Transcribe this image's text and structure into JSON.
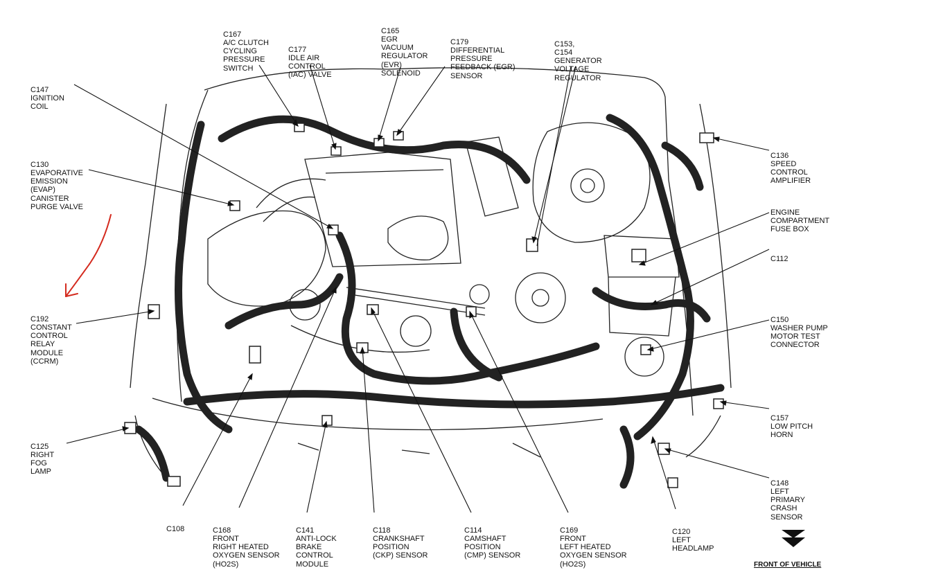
{
  "callouts": [
    {
      "id": "c167",
      "lines": [
        "C167",
        "A/C CLUTCH",
        "CYCLING",
        "PRESSURE",
        "SWITCH"
      ]
    },
    {
      "id": "c177",
      "lines": [
        "C177",
        "IDLE AIR",
        "CONTROL",
        "(IAC) VALVE"
      ]
    },
    {
      "id": "c165",
      "lines": [
        "C165",
        "EGR",
        "VACUUM",
        "REGULATOR",
        "(EVR)",
        "SOLENOID"
      ]
    },
    {
      "id": "c179",
      "lines": [
        "C179",
        "DIFFERENTIAL",
        "PRESSURE",
        "FEEDBACK (EGR)",
        "SENSOR"
      ]
    },
    {
      "id": "c153",
      "lines": [
        "C153,",
        "C154",
        "GENERATOR",
        "VOLTAGE",
        "REGULATOR"
      ]
    },
    {
      "id": "c147",
      "lines": [
        "C147",
        "IGNITION",
        "COIL"
      ]
    },
    {
      "id": "c130",
      "lines": [
        "C130",
        "EVAPORATIVE",
        "EMISSION",
        "(EVAP)",
        "CANISTER",
        "PURGE VALVE"
      ]
    },
    {
      "id": "c136",
      "lines": [
        "C136",
        "SPEED",
        "CONTROL",
        "AMPLIFIER"
      ]
    },
    {
      "id": "fusebox",
      "lines": [
        "ENGINE",
        "COMPARTMENT",
        "FUSE BOX"
      ]
    },
    {
      "id": "c112",
      "lines": [
        "C112"
      ]
    },
    {
      "id": "c192",
      "lines": [
        "C192",
        "CONSTANT",
        "CONTROL",
        "RELAY",
        "MODULE",
        "(CCRM)"
      ]
    },
    {
      "id": "c150",
      "lines": [
        "C150",
        "WASHER PUMP",
        "MOTOR TEST",
        "CONNECTOR"
      ]
    },
    {
      "id": "c157",
      "lines": [
        "C157",
        "LOW PITCH",
        "HORN"
      ]
    },
    {
      "id": "c125",
      "lines": [
        "C125",
        "RIGHT",
        "FOG",
        "LAMP"
      ]
    },
    {
      "id": "c148",
      "lines": [
        "C148",
        "LEFT",
        "PRIMARY",
        "CRASH",
        "SENSOR"
      ]
    },
    {
      "id": "c108",
      "lines": [
        "C108"
      ]
    },
    {
      "id": "c168",
      "lines": [
        "C168",
        "FRONT",
        "RIGHT HEATED",
        "OXYGEN SENSOR",
        "(HO2S)"
      ]
    },
    {
      "id": "c141",
      "lines": [
        "C141",
        "ANTI-LOCK",
        "BRAKE",
        "CONTROL",
        "MODULE"
      ]
    },
    {
      "id": "c118",
      "lines": [
        "C118",
        "CRANKSHAFT",
        "POSITION",
        "(CKP) SENSOR"
      ]
    },
    {
      "id": "c114",
      "lines": [
        "C114",
        "CAMSHAFT",
        "POSITION",
        "(CMP) SENSOR"
      ]
    },
    {
      "id": "c169",
      "lines": [
        "C169",
        "FRONT",
        "LEFT HEATED",
        "OXYGEN SENSOR",
        "(HO2S)"
      ]
    },
    {
      "id": "c120",
      "lines": [
        "C120",
        "LEFT",
        "HEADLAMP"
      ]
    }
  ],
  "front_label": "FRONT OF VEHICLE",
  "colors": {
    "ink": "#111111",
    "harness": "#222222",
    "annotation_arrow": "#d42a1e"
  }
}
